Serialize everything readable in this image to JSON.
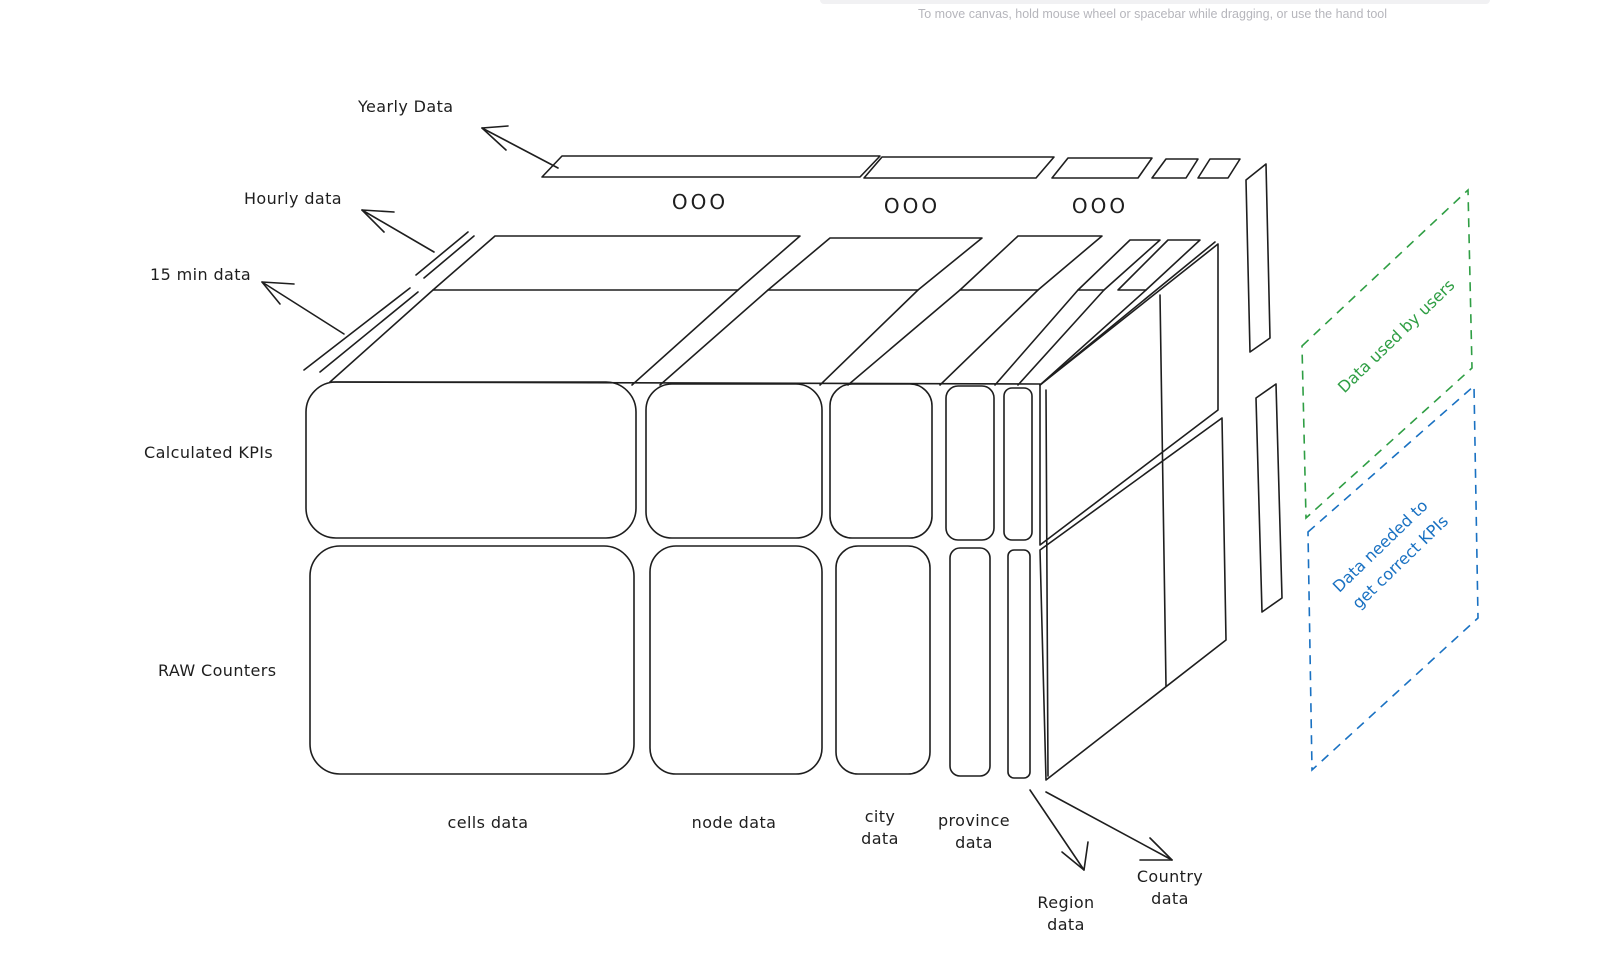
{
  "canvas_hint": "To move canvas, hold mouse wheel or spacebar while dragging, or use the hand tool",
  "labels": {
    "yearly": "Yearly Data",
    "hourly": "Hourly data",
    "min15": "15 min data",
    "calculated": "Calculated KPIs",
    "raw": "RAW Counters"
  },
  "columns": {
    "cells": "cells data",
    "node": "node data",
    "city_1": "city",
    "city_2": "data",
    "province_1": "province",
    "province_2": "data",
    "region_1": "Region",
    "region_2": "data",
    "country_1": "Country",
    "country_2": "data"
  },
  "ellipsis": "OOO",
  "regions": {
    "used_by_users": "Data used by users",
    "needed_1": "Data needed to",
    "needed_2": "get correct KPIs"
  },
  "colors": {
    "stroke": "#1e1e1e",
    "kpi_fill": "#a5d8ff",
    "raw_fill": "#ffc9c9",
    "green": "#2f9e44",
    "blue": "#1971c2"
  }
}
